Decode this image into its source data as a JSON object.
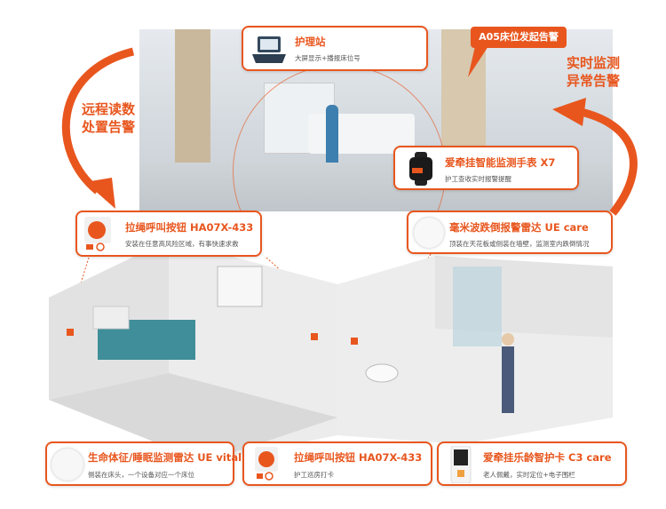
{
  "side_labels": {
    "left": [
      "远程读数",
      "处置告警"
    ],
    "right": [
      "实时监测",
      "异常告警"
    ]
  },
  "alert_callout": "A05床位发起告警",
  "cards": {
    "nurse_station": {
      "title": "护理站",
      "desc": "大屏显示+播报床位号",
      "icon": "laptop-icon"
    },
    "watch": {
      "title": "爱牵挂智能监测手表 X7",
      "desc": "护工查收实时报警提醒",
      "icon": "smartwatch-icon"
    },
    "fall_radar": {
      "title": "毫米波跌倒报警雷达 UE care",
      "desc": "顶装在天花板或侧装在墙壁，监测室内跌倒情况",
      "icon": "radar-icon"
    },
    "call_button_top": {
      "title": "拉绳呼叫按钮 HA07X-433",
      "desc": "安装在任意高风险区域，有事快速求救",
      "icon": "call-button-icon"
    },
    "vital_radar": {
      "title": "生命体征/睡眠监测雷达 UE vital",
      "desc": "侧装在床头，一个设备对应一个床位",
      "icon": "radar-icon"
    },
    "call_button_bottom": {
      "title": "拉绳呼叫按钮 HA07X-433",
      "desc": "护工巡房打卡",
      "icon": "call-button-icon"
    },
    "care_card": {
      "title": "爱牵挂乐龄智护卡 C3 care",
      "desc": "老人佩戴，实时定位+电子围栏",
      "icon": "badge-card-icon"
    }
  },
  "colors": {
    "accent": "#e8561e"
  }
}
